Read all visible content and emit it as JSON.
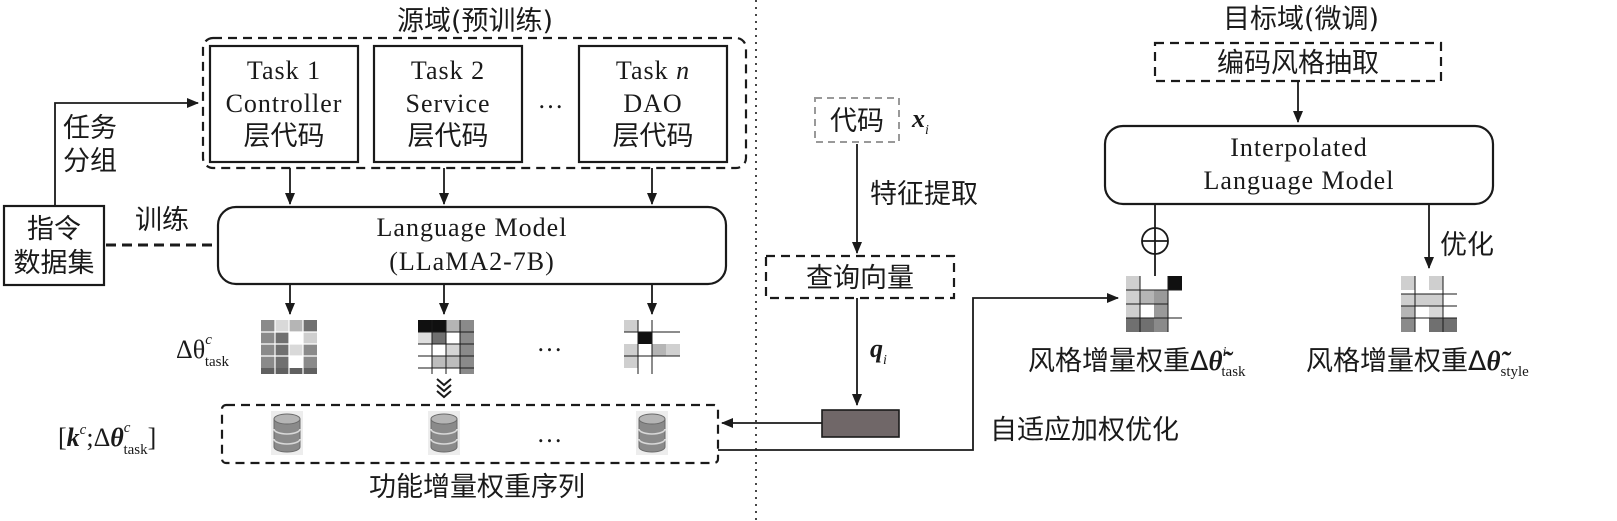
{
  "source_domain": {
    "title": "源域(预训练)"
  },
  "target_domain": {
    "title": "目标域(微调)"
  },
  "tasks": [
    {
      "name": "Task 1",
      "sub": "Controller",
      "zh": "层代码"
    },
    {
      "name": "Task 2",
      "sub": "Service",
      "zh": "层代码"
    },
    {
      "name": "Task ",
      "name_italic": "n",
      "sub": "DAO",
      "zh": "层代码"
    }
  ],
  "ellipsis": "…",
  "task_grouping": {
    "line1": "任务",
    "line2": "分组"
  },
  "instruction_dataset": {
    "line1": "指令",
    "line2": "数据集"
  },
  "train_label": "训练",
  "language_model": {
    "line1": "Language Model",
    "line2": "(LLaMA2-7B)"
  },
  "delta_task": {
    "base": "Δθ",
    "sup": "c",
    "sub": "task"
  },
  "kv_label": {
    "open": "[",
    "k": "k",
    "k_sup": "c",
    "sep": ";Δ",
    "theta": "θ",
    "theta_sup": "c",
    "theta_sub": "task",
    "close": "]"
  },
  "sequence_label": "功能增量权重序列",
  "code_box": {
    "label": "代码",
    "var": "x",
    "var_sub": "i"
  },
  "feature_extract": "特征提取",
  "query_vector": "查询向量",
  "q_label": {
    "var": "q",
    "sub": "i"
  },
  "style_extract": "编码风格抽取",
  "interpolated_lm": {
    "line1": "Interpolated",
    "line2": "Language Model"
  },
  "oplus": "⊕",
  "optimize_label": "优化",
  "adaptive_label": "自适应加权优化",
  "style_task_weight": {
    "text": "风格增量权重Δ",
    "theta": "θ̃",
    "sup": "i",
    "sub": "task"
  },
  "style_weight": {
    "text": "风格增量权重Δ",
    "theta": "θ̃",
    "sub": "style"
  }
}
